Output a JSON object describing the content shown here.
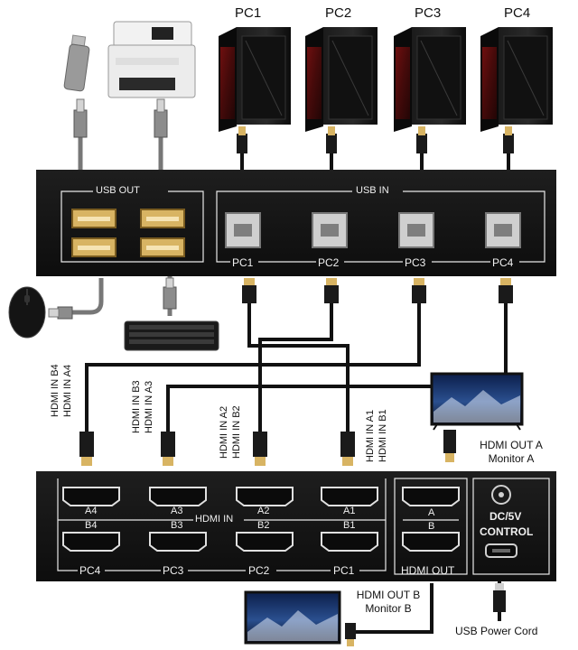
{
  "pcs": [
    "PC1",
    "PC2",
    "PC3",
    "PC4"
  ],
  "top_unit": {
    "usb_out_label": "USB OUT",
    "usb_in_label": "USB IN",
    "port_labels": [
      "PC1",
      "PC2",
      "PC3",
      "PC4"
    ]
  },
  "hdmi_in_cable_labels": [
    {
      "a": "HDMI IN B4",
      "b": "HDMI IN A4"
    },
    {
      "a": "HDMI IN B3",
      "b": "HDMI IN A3"
    },
    {
      "a": "HDMI IN A2",
      "b": "HDMI IN B2"
    },
    {
      "a": "HDMI IN A1",
      "b": "HDMI IN B1"
    }
  ],
  "monitor_a": {
    "line1": "HDMI OUT A",
    "line2": "Monitor A"
  },
  "monitor_b": {
    "line1": "HDMI OUT B",
    "line2": "Monitor B"
  },
  "bottom_unit": {
    "pair_labels": [
      {
        "top": "A4",
        "bottom": "B4"
      },
      {
        "top": "A3",
        "bottom": "B3"
      },
      {
        "top": "A2",
        "bottom": "B2"
      },
      {
        "top": "A1",
        "bottom": "B1"
      }
    ],
    "hdmi_in_label": "HDMI IN",
    "pc_labels": [
      "PC4",
      "PC3",
      "PC2",
      "PC1"
    ],
    "out_labels": {
      "top": "A",
      "bottom": "B"
    },
    "hdmi_out_label": "HDMI OUT",
    "power_line1": "DC/5V",
    "power_line2": "CONTROL"
  },
  "usb_power_label": "USB Power Cord",
  "colors": {
    "device": "#141414",
    "port_gold": "#d8b463",
    "cable": "#111111",
    "usb_b_port": "#cfcfcf"
  }
}
